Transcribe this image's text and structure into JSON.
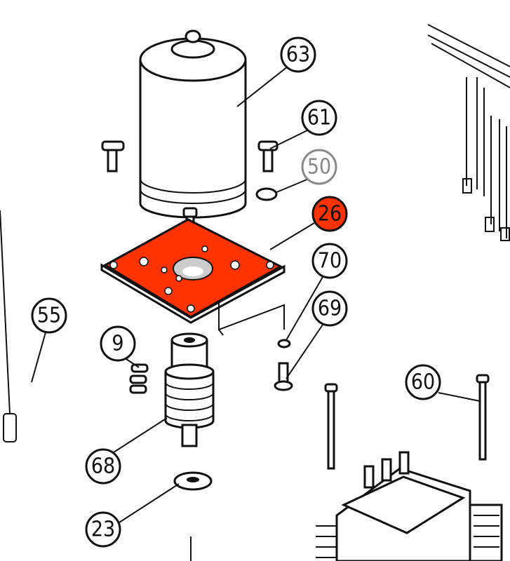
{
  "diagram": {
    "highlight_color": "#ff3300",
    "callouts": {
      "c63": {
        "label": "63"
      },
      "c61": {
        "label": "61"
      },
      "c50": {
        "label": "50"
      },
      "c26": {
        "label": "26",
        "highlighted": true
      },
      "c70": {
        "label": "70"
      },
      "c69": {
        "label": "69"
      },
      "c55": {
        "label": "55"
      },
      "c9": {
        "label": "9"
      },
      "c68": {
        "label": "68"
      },
      "c60": {
        "label": "60"
      },
      "c23": {
        "label": "23"
      }
    }
  }
}
